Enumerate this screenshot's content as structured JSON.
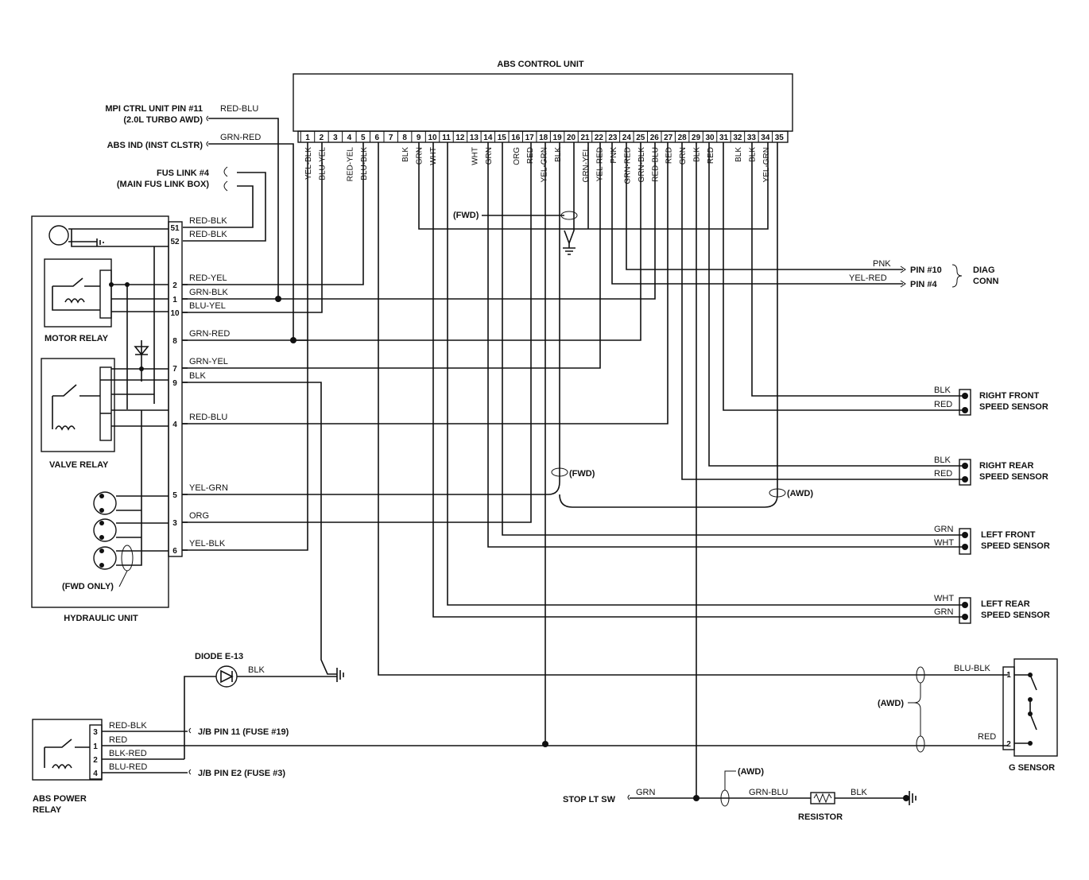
{
  "title": "ABS CONTROL UNIT",
  "ecu_pins": [
    "1",
    "2",
    "3",
    "4",
    "5",
    "6",
    "7",
    "8",
    "9",
    "10",
    "11",
    "12",
    "13",
    "14",
    "15",
    "16",
    "17",
    "18",
    "19",
    "20",
    "21",
    "22",
    "23",
    "24",
    "25",
    "26",
    "27",
    "28",
    "29",
    "30",
    "31",
    "32",
    "33",
    "34",
    "35"
  ],
  "ecu_wire_colors": [
    {
      "pin": "1",
      "color": "YEL-BLK"
    },
    {
      "pin": "2",
      "color": "BLU-YEL"
    },
    {
      "pin": "4",
      "color": "RED-YEL"
    },
    {
      "pin": "5",
      "color": "BLU-BLK"
    },
    {
      "pin": "8",
      "color": "BLK"
    },
    {
      "pin": "9",
      "color": "GRN"
    },
    {
      "pin": "10",
      "color": "WHT"
    },
    {
      "pin": "13",
      "color": "WHT"
    },
    {
      "pin": "14",
      "color": "GRN"
    },
    {
      "pin": "16",
      "color": "ORG"
    },
    {
      "pin": "17",
      "color": "RED"
    },
    {
      "pin": "18",
      "color": "YEL-GRN"
    },
    {
      "pin": "19",
      "color": "BLK"
    },
    {
      "pin": "21",
      "color": "GRN-YEL"
    },
    {
      "pin": "22",
      "color": "YEL-RED"
    },
    {
      "pin": "23",
      "color": "PNK"
    },
    {
      "pin": "24",
      "color": "GRN-RED"
    },
    {
      "pin": "25",
      "color": "GRN-BLK"
    },
    {
      "pin": "26",
      "color": "RED-BLU"
    },
    {
      "pin": "27",
      "color": "RED"
    },
    {
      "pin": "28",
      "color": "GRN"
    },
    {
      "pin": "29",
      "color": "BLK"
    },
    {
      "pin": "30",
      "color": "RED"
    },
    {
      "pin": "32",
      "color": "BLK"
    },
    {
      "pin": "33",
      "color": "BLK"
    },
    {
      "pin": "34",
      "color": "YEL-GRN"
    }
  ],
  "left_inputs": {
    "mpi_line1": "MPI CTRL UNIT PIN #11",
    "mpi_line2": "(2.0L TURBO AWD)",
    "mpi_wire": "RED-BLU",
    "abs_ind": "ABS IND (INST CLSTR)",
    "abs_ind_wire": "GRN-RED",
    "fus_line1": "FUS LINK #4",
    "fus_line2": "(MAIN FUS LINK BOX)"
  },
  "fwd_label": "(FWD)",
  "awd_label": "(AWD)",
  "hydraulic": {
    "title": "HYDRAULIC UNIT",
    "motor_relay": "MOTOR RELAY",
    "valve_relay": "VALVE RELAY",
    "fwd_only": "(FWD ONLY)",
    "pins": [
      {
        "pin": "51",
        "wire": "RED-BLK"
      },
      {
        "pin": "52",
        "wire": "RED-BLK"
      },
      {
        "pin": "2",
        "wire": "RED-YEL"
      },
      {
        "pin": "1",
        "wire": "GRN-BLK"
      },
      {
        "pin": "10",
        "wire": "BLU-YEL"
      },
      {
        "pin": "8",
        "wire": "GRN-RED"
      },
      {
        "pin": "7",
        "wire": "GRN-YEL"
      },
      {
        "pin": "9",
        "wire": "BLK"
      },
      {
        "pin": "4",
        "wire": "RED-BLU"
      },
      {
        "pin": "5",
        "wire": "YEL-GRN"
      },
      {
        "pin": "3",
        "wire": "ORG"
      },
      {
        "pin": "6",
        "wire": "YEL-BLK"
      }
    ]
  },
  "diag": {
    "name_line1": "DIAG",
    "name_line2": "CONN",
    "pin10": "PIN #10",
    "pin4": "PIN #4",
    "wire_pnk": "PNK",
    "wire_yelred": "YEL-RED"
  },
  "sensors": [
    {
      "line1": "RIGHT FRONT",
      "line2": "SPEED SENSOR",
      "wire_a": "BLK",
      "wire_b": "RED"
    },
    {
      "line1": "RIGHT REAR",
      "line2": "SPEED SENSOR",
      "wire_a": "BLK",
      "wire_b": "RED"
    },
    {
      "line1": "LEFT FRONT",
      "line2": "SPEED SENSOR",
      "wire_a": "GRN",
      "wire_b": "WHT"
    },
    {
      "line1": "LEFT REAR",
      "line2": "SPEED SENSOR",
      "wire_a": "WHT",
      "wire_b": "GRN"
    }
  ],
  "diode": {
    "label": "DIODE E-13",
    "wire": "BLK"
  },
  "power_relay": {
    "line1": "ABS POWER",
    "line2": "RELAY",
    "pins": [
      {
        "pin": "3",
        "wire": "RED-BLK"
      },
      {
        "pin": "1",
        "wire": "RED"
      },
      {
        "pin": "2",
        "wire": "BLK-RED"
      },
      {
        "pin": "4",
        "wire": "BLU-RED"
      }
    ],
    "jb_pin11": "J/B PIN 11 (FUSE #19)",
    "jb_pine2": "J/B PIN E2 (FUSE #3)"
  },
  "g_sensor": {
    "name": "G SENSOR",
    "pin1": "1",
    "pin2": "2",
    "wire1": "BLU-BLK",
    "wire2": "RED"
  },
  "stop_lt": {
    "label": "STOP LT SW",
    "wire_grn": "GRN",
    "wire_grnblu": "GRN-BLU",
    "wire_blk": "BLK",
    "resistor": "RESISTOR"
  }
}
